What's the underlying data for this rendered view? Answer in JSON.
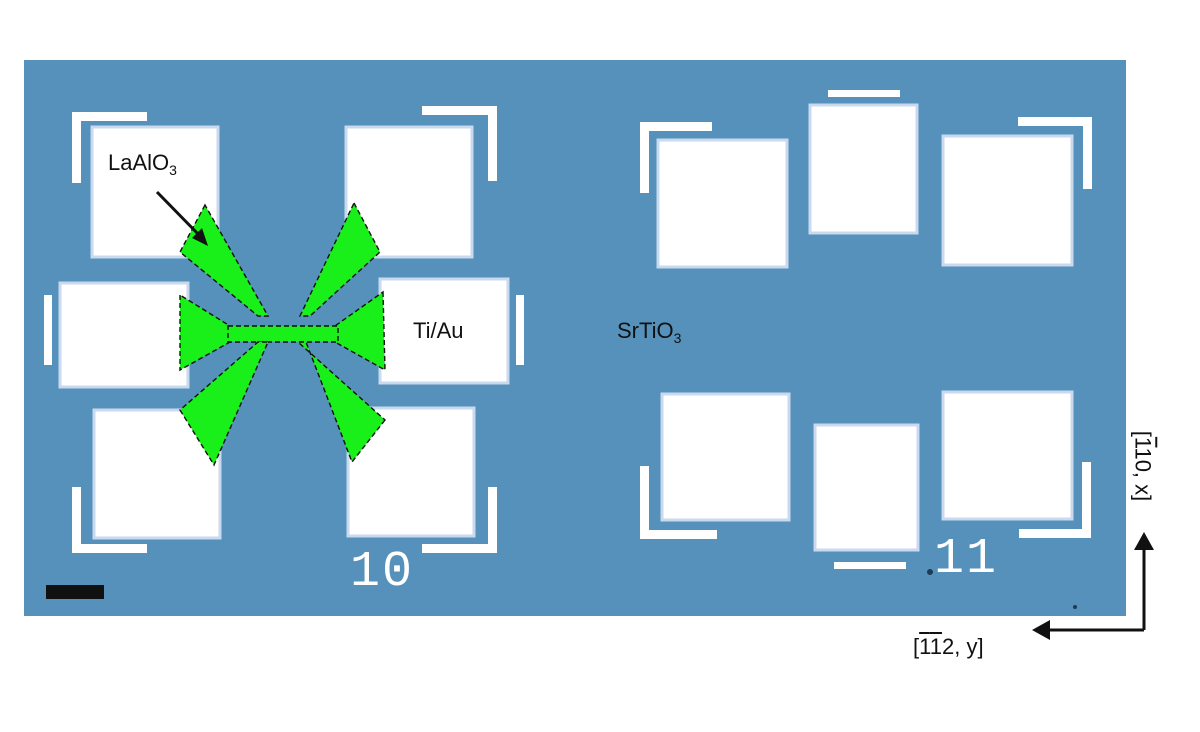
{
  "labels": {
    "laalo3": "LaAlO",
    "laalo3_sub": "3",
    "tiau": "Ti/Au",
    "srtio3": "SrTiO",
    "srtio3_sub": "3"
  },
  "device_numbers": {
    "left": "10",
    "right": "11"
  },
  "axes": {
    "x_prefix": "[",
    "x_bar": "1",
    "x_suffix": "10, x]",
    "y_prefix": "[",
    "y_bar1": "1",
    "y_bar2": "1",
    "y_suffix": "2, y]"
  },
  "colors": {
    "substrate": "#5591bb",
    "pad": "#ffffff",
    "pad_rim": "#c9d9ee",
    "laalo3_region": "#19f019",
    "outline": "#111111"
  },
  "icons": [
    "scale-bar",
    "arrow-pointer",
    "axis-arrows"
  ]
}
